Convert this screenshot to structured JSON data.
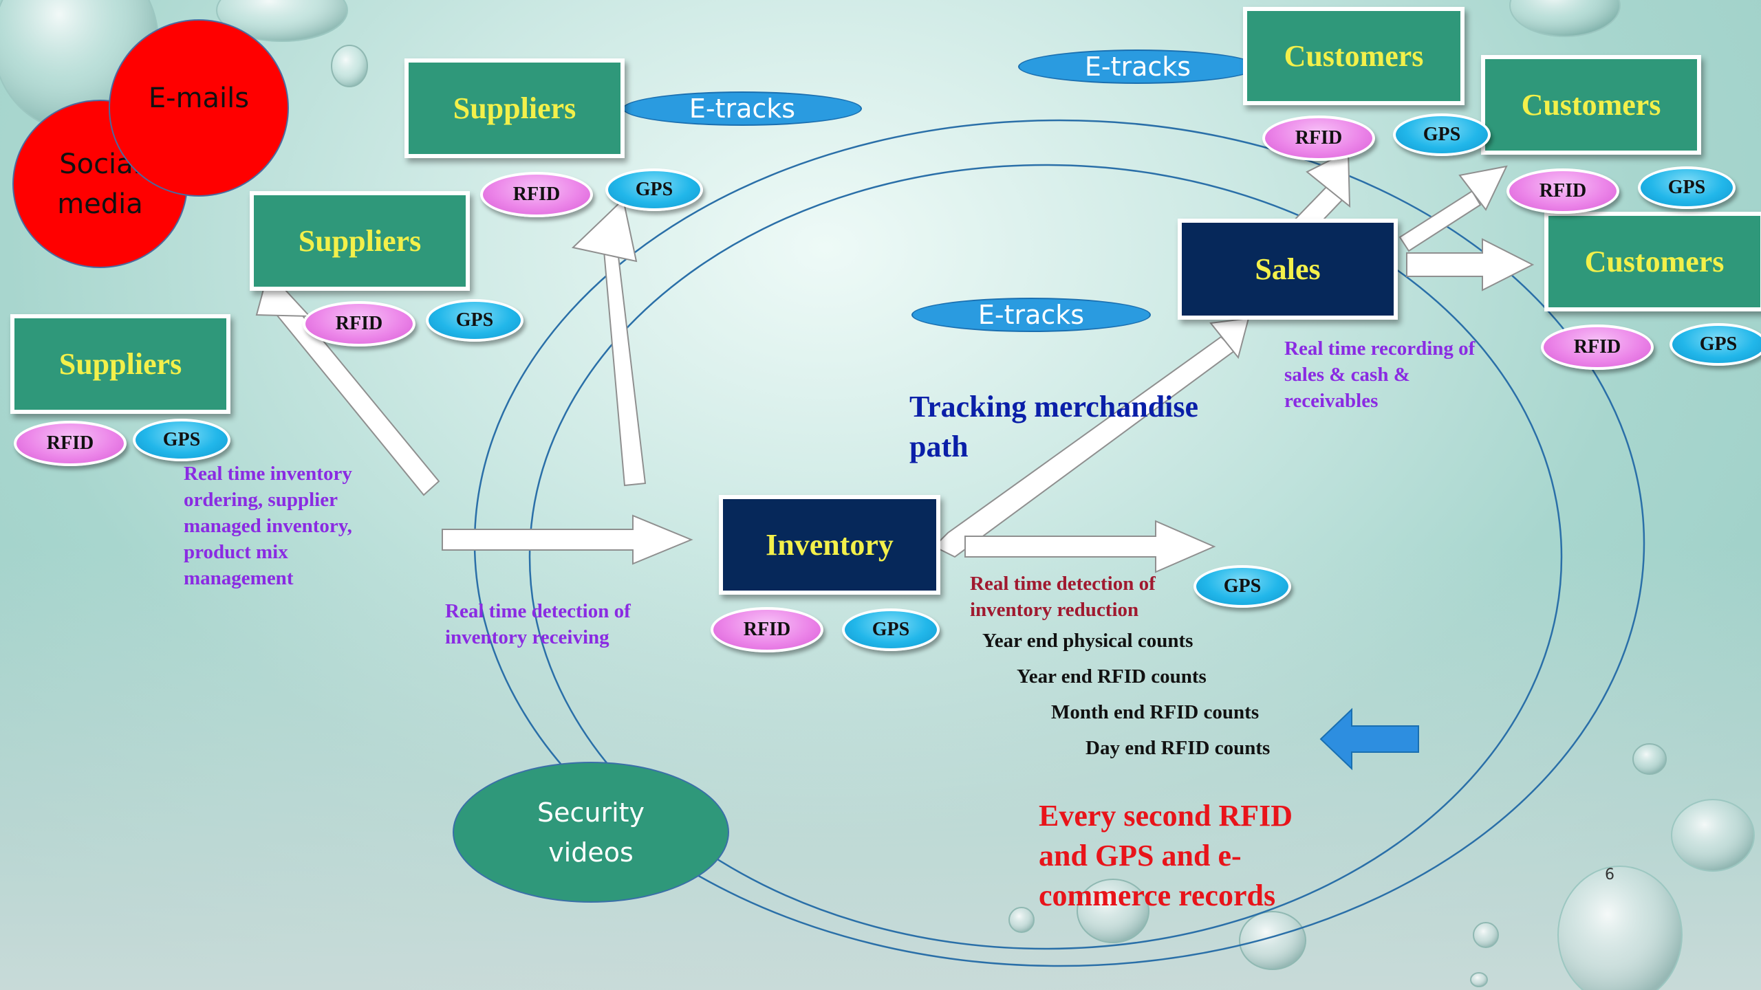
{
  "slide": {
    "page_number": "6",
    "colors": {
      "box_green": "#2f987a",
      "box_navy": "#06285a",
      "label_yellow": "#f3f04a",
      "note_purple": "#8a2be2",
      "note_darkred": "#a0192f",
      "highlight_red": "#e8141a",
      "path_blue": "#0a1fa8",
      "etrack_blue": "#2a9be0"
    }
  },
  "bubbles": {
    "emails": "E-mails",
    "social_line1": "Social",
    "social_line2": "media"
  },
  "suppliers": {
    "label": "Suppliers"
  },
  "customers": {
    "label": "Customers"
  },
  "nodes": {
    "inventory": "Inventory",
    "sales": "Sales"
  },
  "tags": {
    "rfid": "RFID",
    "gps": "GPS"
  },
  "etracks": {
    "label": "E-tracks"
  },
  "security": {
    "line1": "Security",
    "line2": "videos"
  },
  "notes": {
    "ordering": [
      "Real time inventory",
      "ordering, supplier",
      "managed inventory,",
      "product mix",
      "management"
    ],
    "receiving": [
      "Real time detection of",
      "inventory receiving"
    ],
    "reduction": [
      "Real time detection of",
      "inventory reduction"
    ],
    "sales_recording": [
      "Real time recording of",
      "sales & cash &",
      "receivables"
    ],
    "tracking_path": [
      "Tracking merchandise",
      "path"
    ],
    "every_second": [
      "Every second RFID",
      "and GPS and e-",
      "commerce records"
    ]
  },
  "counts": [
    "Year end physical counts",
    "Year end RFID counts",
    "Month end RFID counts",
    "Day end RFID counts"
  ]
}
